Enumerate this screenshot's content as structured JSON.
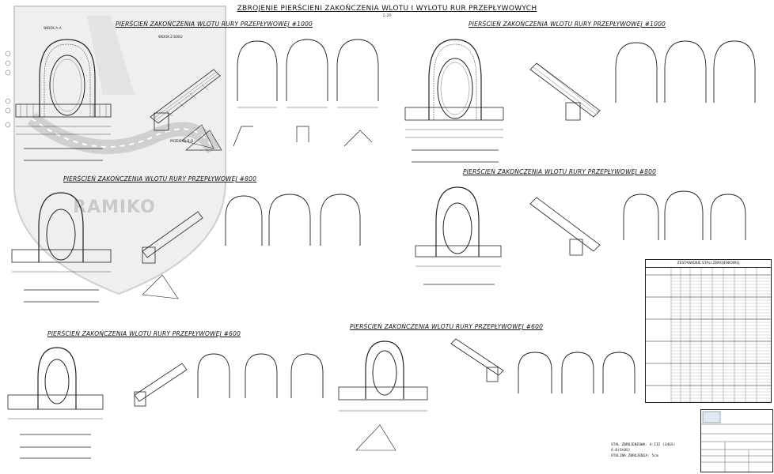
{
  "drawing": {
    "title": "ZBROJENIE PIERŚCIENI ZAKOŃCZENIA WLOTU I WYLOTU RUR PRZEPŁYWOWYCH",
    "scale": "1:20",
    "watermark": "RAMIKO"
  },
  "sections": [
    {
      "id": "s1000a",
      "title": "PIERŚCIEŃ ZAKOŃCZENIA WLOTU RURY PRZEPŁYWOWEJ #1000"
    },
    {
      "id": "s1000b",
      "title": "PIERŚCIEŃ ZAKOŃCZENIA WLOTU RURY PRZEPŁYWOWEJ #1000"
    },
    {
      "id": "s800a",
      "title": "PIERŚCIEŃ ZAKOŃCZENIA WLOTU RURY PRZEPŁYWOWEJ #800"
    },
    {
      "id": "s800b",
      "title": "PIERŚCIEŃ ZAKOŃCZENIA WLOTU RURY PRZEPŁYWOWEJ #800"
    },
    {
      "id": "s600a",
      "title": "PIERŚCIEŃ ZAKOŃCZENIA WLOTU RURY PRZEPŁYWOWEJ #600"
    },
    {
      "id": "s600b",
      "title": "PIERŚCIEŃ ZAKOŃCZENIA WLOTU RURY PRZEPŁYWOWEJ #600"
    }
  ],
  "view_labels": {
    "widok": "WIDOK A–A",
    "widok_z_boku": "WIDOK Z BOKU",
    "przekroj": "PRZEKRÓJ B–B"
  },
  "table": {
    "title": "ZESTAWIENIE STALI ZBROJENIOWEJ"
  },
  "notes": {
    "line1": "STAL ZBROJENIOWA: A-III (34GS)",
    "line2": "A-0(St0S)",
    "line3": "OTULINA ZBROJENIA: 5cm"
  }
}
